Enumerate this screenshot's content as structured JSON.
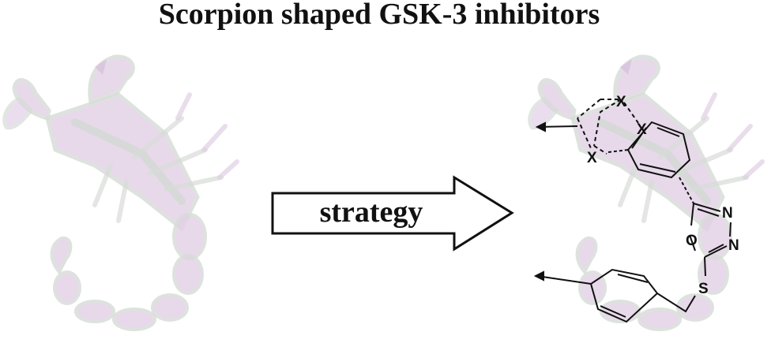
{
  "title": "Scorpion shaped GSK-3 inhibitors",
  "arrow": {
    "label": "strategy"
  },
  "molecule": {
    "atoms": {
      "x_top": "X",
      "x_ring": "X",
      "x_left": "X",
      "n_upper": "N",
      "n_lower": "N",
      "o_ring": "O",
      "s_linker": "S"
    }
  },
  "colors": {
    "scorpion_fill": "#e2d0e6",
    "scorpion_outline": "#d6dcd6",
    "text": "#111111"
  }
}
